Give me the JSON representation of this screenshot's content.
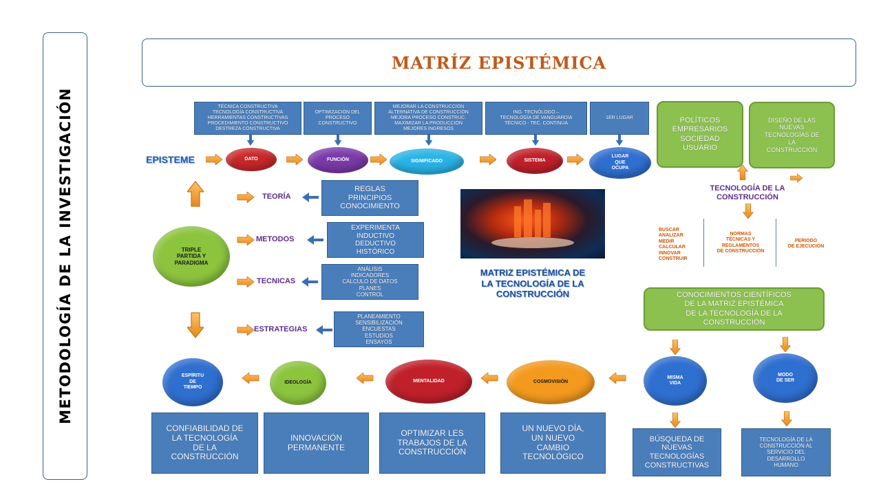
{
  "side_title": "METODOLOGÍA DE LA INVESTIGACIÓN",
  "title": "MATRÍZ EPISTÉMICA",
  "top_boxes": [
    "TÉCNICA CONSTRUCTIVA\nTECNOLOGÍA CONSTRUCTIVA\nHERRAMIENTAS CONSTRUCTIVAS\nPROCEDIMIENTO CONSTRUCTIVO\nDESTREZA CONSTRUCTIVA",
    "OPTIMIZACIÓN DEL\nPROCESO\nCONSTRUCTIVO",
    "MEJORAR LA CONSTRUCCIÓN\nALTERNATIVA DE CONSTRUCCIÓN\nMEJORA PROCESO CONSTRUC.\nMAXIMIZAR LA PRODUCCIÓN\nMEJORES INGRESOS",
    "ING. TECNÓLOGO –\nTECNOLOGÍA DE VANGUARDIA\nTÉCNICO - TEC. CONTINUA",
    "1ER LUGAR"
  ],
  "episteme_label": "EPISTEME",
  "top_ovals": [
    "DATO",
    "FUNCIÓN",
    "SIGNIFICADO",
    "SISTEMA",
    "LUGAR\nQUE\nOCUPA"
  ],
  "center_circle": "TRIPLE\nPARTIDA Y\nPARADIGMA",
  "method_rows": [
    {
      "label": "TEORÍA",
      "box": "REGLAS\nPRINCIPIOS\nCONOCIMIENTO"
    },
    {
      "label": "METODOS",
      "box": "EXPERIMENTA\nINDUCTIVO\nDEDUCTIVO\nHISTÓRICO"
    },
    {
      "label": "TECNICAS",
      "box": "ANÁLISIS\nINDICADORES\nCALCULO DE DATOS\nPLANES\nCONTROL"
    },
    {
      "label": "ESTRATEGIAS",
      "box": "PLANEAMIENTO\nSENSIBILIZACIÓN\nENCUESTAS\nESTUDIOS\nENSAYOS"
    }
  ],
  "center_caption": "MATRIZ EPISTÉMICA DE\nLA TECNOLOGÍA DE LA\nCONSTRUCCIÓN",
  "right_top_boxes": [
    "POLÍTICOS\nEMPRESARIOS\nSOCIEDAD\nUSUARIO",
    "DISEÑO DE LAS\nNUEVAS\nTECNOLOGÍAS DE\nLA\nCONSTRUCCIÓN"
  ],
  "tech_label": "TECNOLOGÍA DE LA\nCONSTRUCCIÓN",
  "right_columns": [
    "BUSCAR\nANALIZAR\nMEDIR\nCALCULAR\nINNOVAR\nCONSTRUIR",
    "NORMAS\nTÉCNICAS Y\nREGLAMENTOS\nDE CONSTRUCCIÓN",
    "PERIODO\nDE EJECUCIÓN"
  ],
  "knowledge_box": "CONOCIMIENTOS CIENTÍFICOS\nDE LA MATRIZ EPISTÉMICA\nDE LA TECNOLOGÍA DE LA\nCONSTRUCCIÓN",
  "bottom_ovals": [
    "ESPÍRITU\nDE\nTIEMPO",
    "IDEOLOGÍA",
    "MENTALIDAD",
    "COSMOVISIÓN",
    "MISMA\nVIDA",
    "MODO\nDE SER"
  ],
  "bottom_boxes": [
    "CONFIABILIDAD DE\nLA TECNOLOGÍA\nDE LA\nCONSTRUCCIÓN",
    "INNOVACIÓN\nPERMANENTE",
    "OPTIMIZAR LES\nTRABAJOS DE LA\nCONSTRUCCIÓN",
    "UN NUEVO DÍA,\nUN NUEVO\nCAMBIO\nTECNOLÓGICO",
    "BÚSQUEDA DE\nNUEVAS\nTECNOLOGÍAS\nCONSTRUCTIVAS",
    "TECNOLOGÍA DE LA\nCONSTRUCCIÓN AL\nSERVICIO DEL\nDESARROLLO\nHUMANO"
  ],
  "colors": {
    "title": "#c2591a",
    "box_blue": "#4a7ebb",
    "box_green": "#8cc04f",
    "arrow_orange": "#f0a030",
    "label_purple": "#5b2c8f",
    "label_orange": "#d35400"
  }
}
